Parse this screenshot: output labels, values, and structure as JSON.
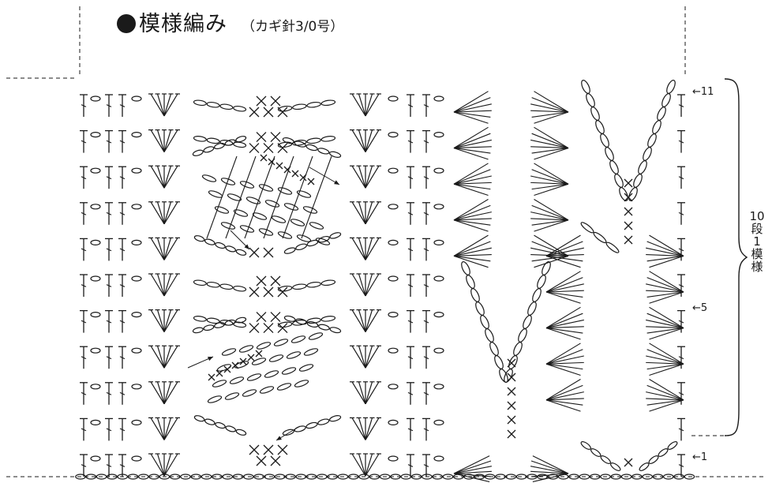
{
  "title": "模様編み",
  "subtitle": "（カギ針3/0号）",
  "row_labels": {
    "top": "←11",
    "middle": "←5",
    "bottom": "←1"
  },
  "repeat_label": {
    "lines": [
      "10",
      "段",
      "1",
      "模",
      "様"
    ]
  },
  "symbols": {
    "dc": "long-crochet",
    "ch": "chain-oval",
    "sc": "single-crochet-x"
  }
}
